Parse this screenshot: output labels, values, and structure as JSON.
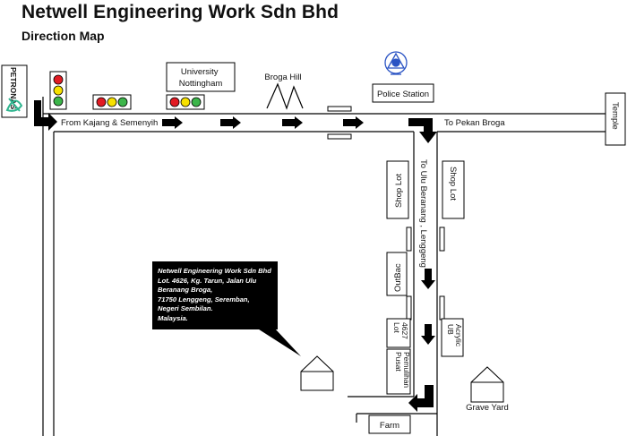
{
  "title": "Netwell Engineering Work Sdn Bhd",
  "subtitle": "Direction Map",
  "colors": {
    "traffic_red": "#e21b23",
    "traffic_yellow": "#f7e100",
    "traffic_green": "#3cb54a",
    "petronas_green": "#2fb58f",
    "police_blue": "#2b54c4",
    "arrow": "#000000",
    "callout_bg": "#000000"
  },
  "landmarks": {
    "petronas": "PETRONAS",
    "university": "University Nottingham",
    "broga_hill": "Broga Hill",
    "police_station": "Police Station",
    "temple": "Temple",
    "shop_lot_left": "Shop Lot",
    "shop_lot_right": "Shop Lot",
    "outbac": "OutBac",
    "lot_4627": "Lot 4627",
    "pusat_pemulihan": "Pusat Pemulihan",
    "ub_acrylic": "UB Acrylic",
    "grave_yard": "Grave Yard",
    "farm": "Farm"
  },
  "roads": {
    "from_kajang": "From Kajang & Semenyih",
    "to_pekan_broga": "To Pekan Broga",
    "to_ulu_beranang": "To Ulu Beranang , Lenggeng"
  },
  "address": "Netwell Engineering Work Sdn Bhd\nLot. 4626, Kg. Tarun, Jalan Ulu\nBeranang Broga,\n71750 Lenggeng, Seremban,\nNegeri Sembilan.\nMalaysia."
}
